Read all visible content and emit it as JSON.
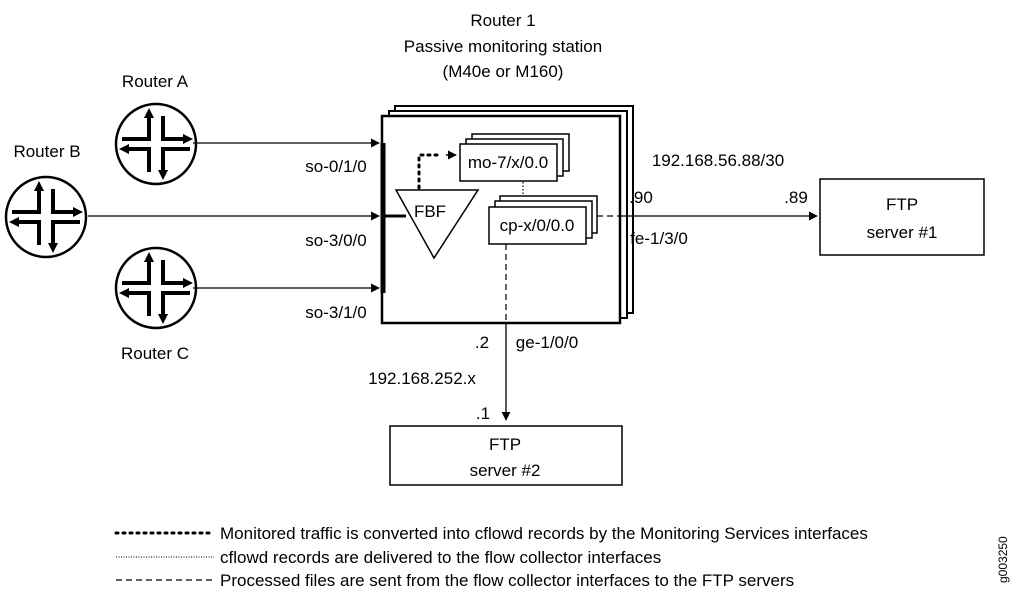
{
  "station": {
    "title_lines": [
      "Router 1",
      "Passive monitoring station",
      "(M40e or M160)"
    ]
  },
  "routers": {
    "a": "Router A",
    "b": "Router B",
    "c": "Router C"
  },
  "interfaces": {
    "so_a": "so-0/1/0",
    "so_b": "so-3/0/0",
    "so_c": "so-3/1/0",
    "fbf": "FBF",
    "mo": "mo-7/x/0.0",
    "cp": "cp-x/0/0.0",
    "fe": "fe-1/3/0",
    "ge": "ge-1/0/0"
  },
  "addresses": {
    "subnet_1": "192.168.56.88/30",
    "host_90": ".90",
    "host_89": ".89",
    "subnet_2": "192.168.252.x",
    "host_2": ".2",
    "host_1": ".1"
  },
  "servers": {
    "ftp1": [
      "FTP",
      "server #1"
    ],
    "ftp2": [
      "FTP",
      "server #2"
    ]
  },
  "legend": [
    {
      "style": "dotted-heavy",
      "text": "Monitored traffic is converted into cflowd records by the Monitoring Services interfaces"
    },
    {
      "style": "dotted-fine",
      "text": "cflowd records are delivered to the flow collector interfaces"
    },
    {
      "style": "dashed",
      "text": "Processed files are sent from the flow collector interfaces to the FTP servers"
    }
  ],
  "figure_id": "g003250"
}
